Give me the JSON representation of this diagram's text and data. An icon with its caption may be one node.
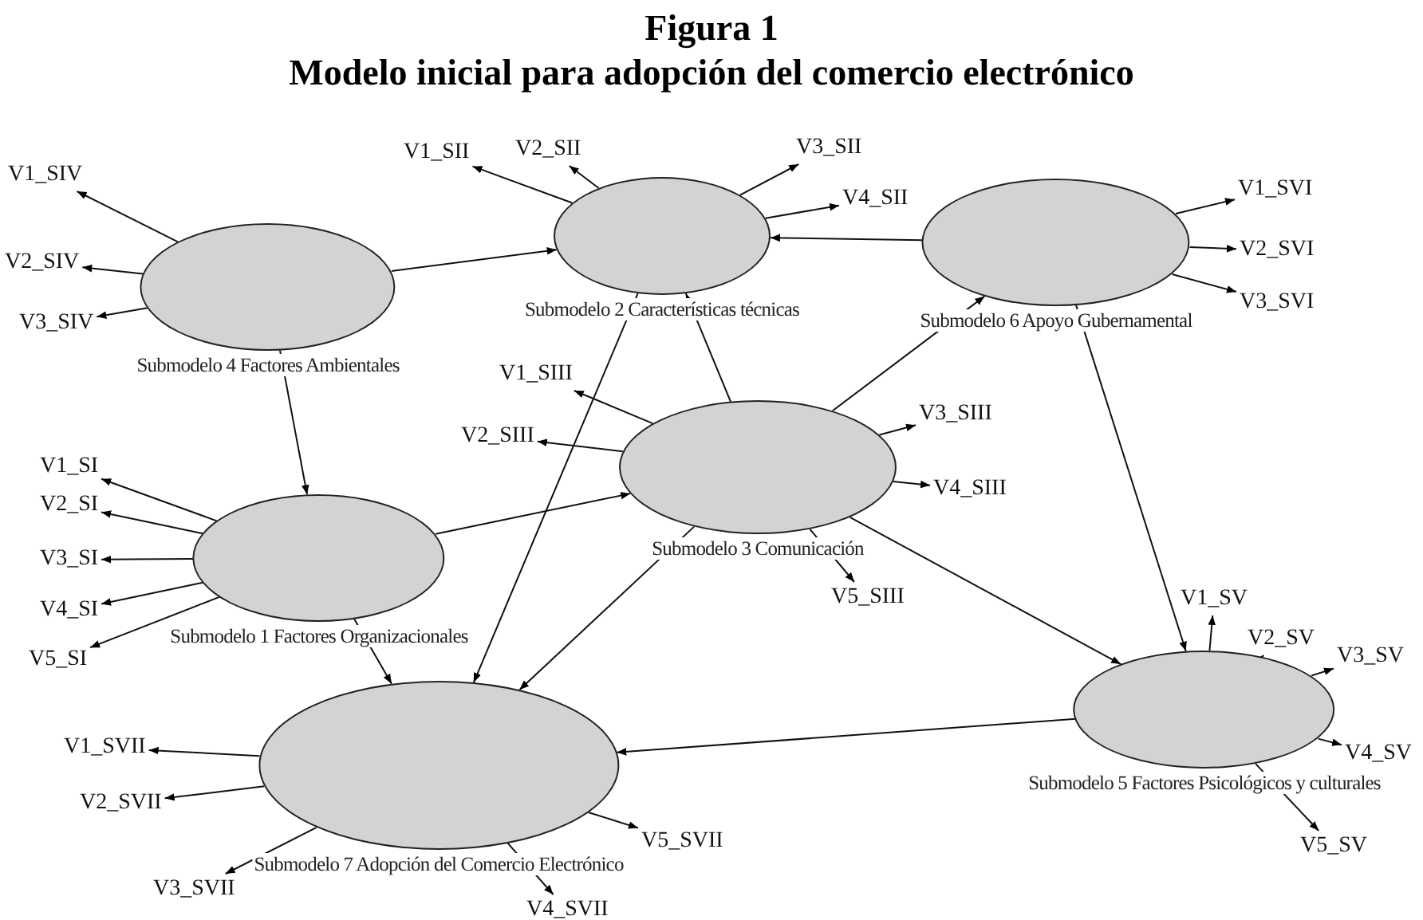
{
  "diagram": {
    "title": "Modelo inicial para adopción del comercio electrónico",
    "labels": [
      "Figura 1"
    ],
    "nodes": [
      {
        "text": [
          "Submodelo 4 Factores Ambientales"
        ]
      },
      {
        "text": [
          "Submodelo 2 Características técnicas"
        ]
      },
      {
        "text": [
          "Submodelo 6 Apoyo Gubernamental"
        ]
      },
      {
        "text": [
          "Submodelo 3 Comunicación"
        ]
      },
      {
        "text": [
          "Submodelo 1 Factores Organizacionales"
        ]
      },
      {
        "text": [
          "Submodelo 7 Adopción del Comercio Electrónico"
        ]
      },
      {
        "text": [
          "Submodelo 5 Factores Psicológicos y culturales"
        ]
      },
      {
        "text": [
          "V1_SIV"
        ]
      },
      {
        "text": [
          "V2_SIV"
        ]
      },
      {
        "text": [
          "V3_SIV"
        ]
      },
      {
        "text": [
          "V1_SII"
        ]
      },
      {
        "text": [
          "V2_SII"
        ]
      },
      {
        "text": [
          "V3_SII"
        ]
      },
      {
        "text": [
          "V4_SII"
        ]
      },
      {
        "text": [
          "V1_SVI"
        ]
      },
      {
        "text": [
          "V2_SVI"
        ]
      },
      {
        "text": [
          "V3_SVI"
        ]
      },
      {
        "text": [
          "V1_SIII"
        ]
      },
      {
        "text": [
          "V2_SIII"
        ]
      },
      {
        "text": [
          "V3_SIII"
        ]
      },
      {
        "text": [
          "V4_SIII"
        ]
      },
      {
        "text": [
          "V5_SIII"
        ]
      },
      {
        "text": [
          "V1_SI"
        ]
      },
      {
        "text": [
          "V2_SI"
        ]
      },
      {
        "text": [
          "V3_SI"
        ]
      },
      {
        "text": [
          "V4_SI"
        ]
      },
      {
        "text": [
          "V5_SI"
        ]
      },
      {
        "text": [
          "V1_SV"
        ]
      },
      {
        "text": [
          "V2_SV"
        ]
      },
      {
        "text": [
          "V3_SV"
        ]
      },
      {
        "text": [
          "V4_SV"
        ]
      },
      {
        "text": [
          "V5_SV"
        ]
      },
      {
        "text": [
          "V1_SVII"
        ]
      },
      {
        "text": [
          "V2_SVII"
        ]
      },
      {
        "text": [
          "V3_SVII"
        ]
      },
      {
        "text": [
          "V4_SVII"
        ]
      },
      {
        "text": [
          "V5_SVII"
        ]
      }
    ],
    "edges": [
      {
        "from": 0,
        "to": 1,
        "arrow": "to"
      },
      {
        "from": 2,
        "to": 1,
        "arrow": "to"
      },
      {
        "from": 0,
        "to": 4,
        "arrow": "to"
      },
      {
        "from": 4,
        "to": 3,
        "arrow": "to"
      },
      {
        "from": 3,
        "to": 1,
        "arrow": "to"
      },
      {
        "from": 3,
        "to": 2,
        "arrow": "to"
      },
      {
        "from": 1,
        "to": 5,
        "arrow": "to"
      },
      {
        "from": 3,
        "to": 5,
        "arrow": "to"
      },
      {
        "from": 4,
        "to": 5,
        "arrow": "to"
      },
      {
        "from": 2,
        "to": 6,
        "arrow": "to"
      },
      {
        "from": 3,
        "to": 6,
        "arrow": "to"
      },
      {
        "from": 6,
        "to": 5,
        "arrow": "to"
      },
      {
        "from": 0,
        "to": 7,
        "arrow": "to"
      },
      {
        "from": 0,
        "to": 8,
        "arrow": "to"
      },
      {
        "from": 0,
        "to": 9,
        "arrow": "to"
      },
      {
        "from": 1,
        "to": 10,
        "arrow": "to"
      },
      {
        "from": 1,
        "to": 11,
        "arrow": "to"
      },
      {
        "from": 1,
        "to": 12,
        "arrow": "to"
      },
      {
        "from": 1,
        "to": 13,
        "arrow": "to"
      },
      {
        "from": 2,
        "to": 14,
        "arrow": "to"
      },
      {
        "from": 2,
        "to": 15,
        "arrow": "to"
      },
      {
        "from": 2,
        "to": 16,
        "arrow": "to"
      },
      {
        "from": 3,
        "to": 17,
        "arrow": "to"
      },
      {
        "from": 3,
        "to": 18,
        "arrow": "to"
      },
      {
        "from": 3,
        "to": 19,
        "arrow": "to"
      },
      {
        "from": 3,
        "to": 20,
        "arrow": "to"
      },
      {
        "from": 3,
        "to": 21,
        "arrow": "to"
      },
      {
        "from": 4,
        "to": 22,
        "arrow": "to"
      },
      {
        "from": 4,
        "to": 23,
        "arrow": "to"
      },
      {
        "from": 4,
        "to": 24,
        "arrow": "to"
      },
      {
        "from": 4,
        "to": 25,
        "arrow": "to"
      },
      {
        "from": 4,
        "to": 26,
        "arrow": "to"
      },
      {
        "from": 6,
        "to": 27,
        "arrow": "to"
      },
      {
        "from": 6,
        "to": 28,
        "arrow": "to"
      },
      {
        "from": 6,
        "to": 29,
        "arrow": "to"
      },
      {
        "from": 6,
        "to": 30,
        "arrow": "to"
      },
      {
        "from": 6,
        "to": 31,
        "arrow": "to"
      },
      {
        "from": 5,
        "to": 32,
        "arrow": "to"
      },
      {
        "from": 5,
        "to": 33,
        "arrow": "to"
      },
      {
        "from": 5,
        "to": 34,
        "arrow": "to"
      },
      {
        "from": 5,
        "to": 35,
        "arrow": "to"
      },
      {
        "from": 5,
        "to": 36,
        "arrow": "to"
      }
    ]
  }
}
